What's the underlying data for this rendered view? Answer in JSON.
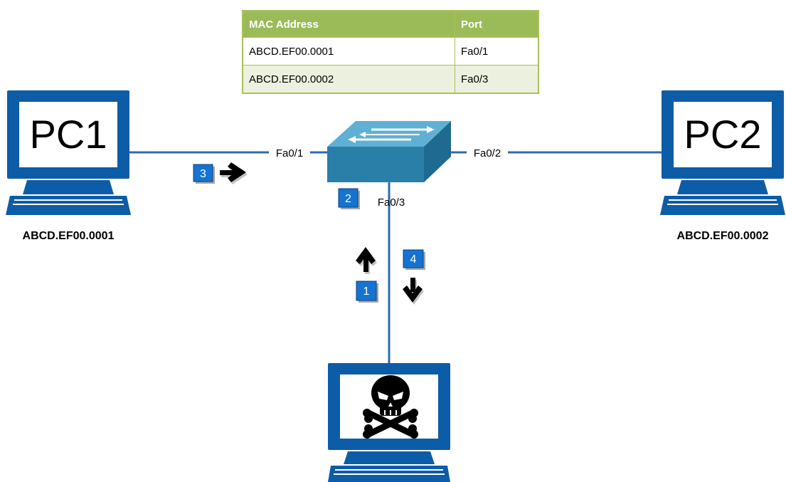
{
  "colors": {
    "monitor_blue": "#0d5ca8",
    "link_blue": "#2c6cb0",
    "switch_blue": "#2a7fa8",
    "step_badge": "#1673d0",
    "table_header": "#9bbb59",
    "table_row_alt": "#ebf1de"
  },
  "mac_table": {
    "headers": [
      "MAC Address",
      "Port"
    ],
    "rows": [
      {
        "mac": "ABCD.EF00.0001",
        "port": "Fa0/1"
      },
      {
        "mac": "ABCD.EF00.0002",
        "port": "Fa0/3"
      }
    ]
  },
  "nodes": {
    "pc1": {
      "label": "PC1",
      "mac": "ABCD.EF00.0001",
      "icon": "monitor-icon"
    },
    "pc2": {
      "label": "PC2",
      "mac": "ABCD.EF00.0002",
      "icon": "monitor-icon"
    },
    "attacker": {
      "icon": "skull-crossbones-icon"
    },
    "switch": {
      "icon": "network-switch-icon"
    }
  },
  "ports": {
    "fa01": "Fa0/1",
    "fa02": "Fa0/2",
    "fa03": "Fa0/3"
  },
  "steps": {
    "s1": "1",
    "s2": "2",
    "s3": "3",
    "s4": "4"
  }
}
